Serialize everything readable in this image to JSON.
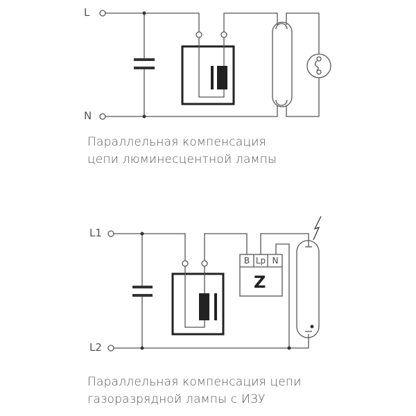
{
  "diagram1": {
    "terminals": [
      "L",
      "N"
    ],
    "caption": [
      "Параллельная компенсация",
      "цепи люминесцентной лампы"
    ]
  },
  "diagram2": {
    "terminals": [
      "L1",
      "L2"
    ],
    "igniter": {
      "label": "Z",
      "pins": [
        "B",
        "Lp",
        "N"
      ]
    },
    "caption": [
      "Параллельная компенсация цепи",
      "газоразрядной лампы с ИЗУ"
    ]
  }
}
